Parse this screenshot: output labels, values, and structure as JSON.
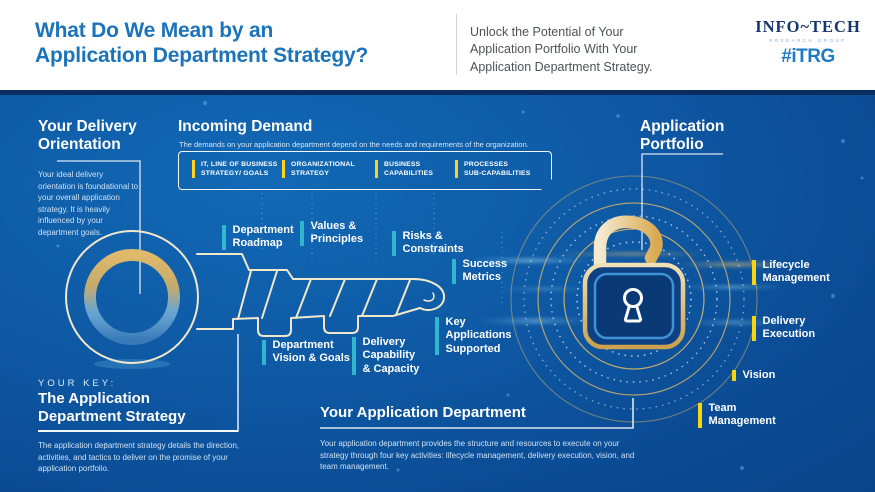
{
  "header": {
    "title": "What Do We Mean by an\nApplication Department Strategy?",
    "tagline": "Unlock the Potential of Your\nApplication Portfolio With Your\nApplication Department Strategy.",
    "logo": {
      "brand": "INFO~TECH",
      "sub": "RESEARCH GROUP",
      "tag": "#iTRG"
    }
  },
  "colors": {
    "title_blue": "#1b73ba",
    "canvas_blue": "#0d55a0",
    "accent_yellow": "#ffd31d",
    "accent_cyan": "#30b7cf",
    "key_outline_cream": "#f1e7cb",
    "gold": "#ddb25e"
  },
  "delivery_orientation": {
    "title": "Your Delivery\nOrientation",
    "body": "Your ideal delivery orientation is foundational to your overall application strategy. It is heavily influenced by your department goals."
  },
  "incoming_demand": {
    "title": "Incoming Demand",
    "subtitle": "The demands on your application department depend on the needs and requirements of the organization.",
    "items": [
      {
        "label": "IT, Line of Business\nStrategy/ Goals"
      },
      {
        "label": "Organizational\nStrategy"
      },
      {
        "label": "Business\nCapabilities"
      },
      {
        "label": "Processes\nSub-Capabilities"
      }
    ]
  },
  "key_labels": [
    {
      "text": "Department\nRoadmap"
    },
    {
      "text": "Values &\nPrinciples"
    },
    {
      "text": "Risks &\nConstraints"
    },
    {
      "text": "Success\nMetrics"
    },
    {
      "text": "Department\nVision & Goals"
    },
    {
      "text": "Delivery\nCapability\n& Capacity"
    },
    {
      "text": "Key\nApplications\nSupported"
    }
  ],
  "application_portfolio": {
    "title": "Application\nPortfolio",
    "labels": [
      {
        "text": "Lifecycle\nManagement"
      },
      {
        "text": "Delivery\nExecution"
      },
      {
        "text": "Vision"
      },
      {
        "text": "Team\nManagement"
      }
    ]
  },
  "your_key": {
    "eyebrow": "YOUR KEY:",
    "title": "The Application\nDepartment Strategy",
    "body": "The application department strategy details the direction, activities, and tactics to deliver on the promise of your application portfolio."
  },
  "application_department": {
    "title": "Your Application Department",
    "body": "Your application department provides the structure and resources to execute on your strategy through four key activities: lifecycle management, delivery execution, vision, and team management."
  }
}
